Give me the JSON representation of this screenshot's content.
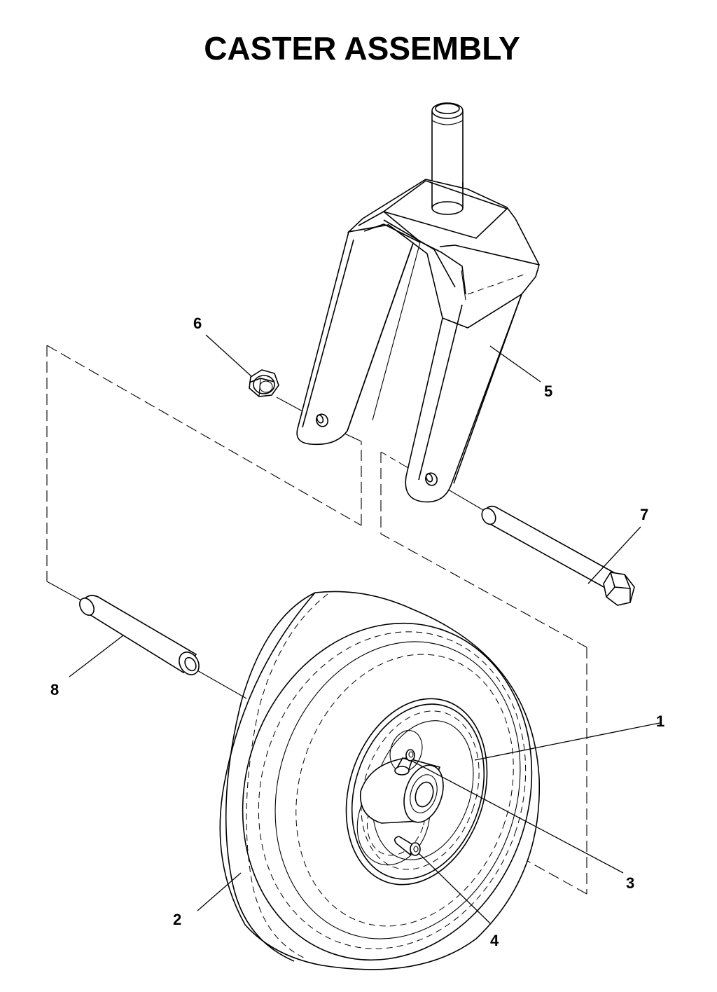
{
  "title": "CASTER ASSEMBLY",
  "callouts": [
    "1",
    "2",
    "3",
    "4",
    "5",
    "6",
    "7",
    "8"
  ]
}
